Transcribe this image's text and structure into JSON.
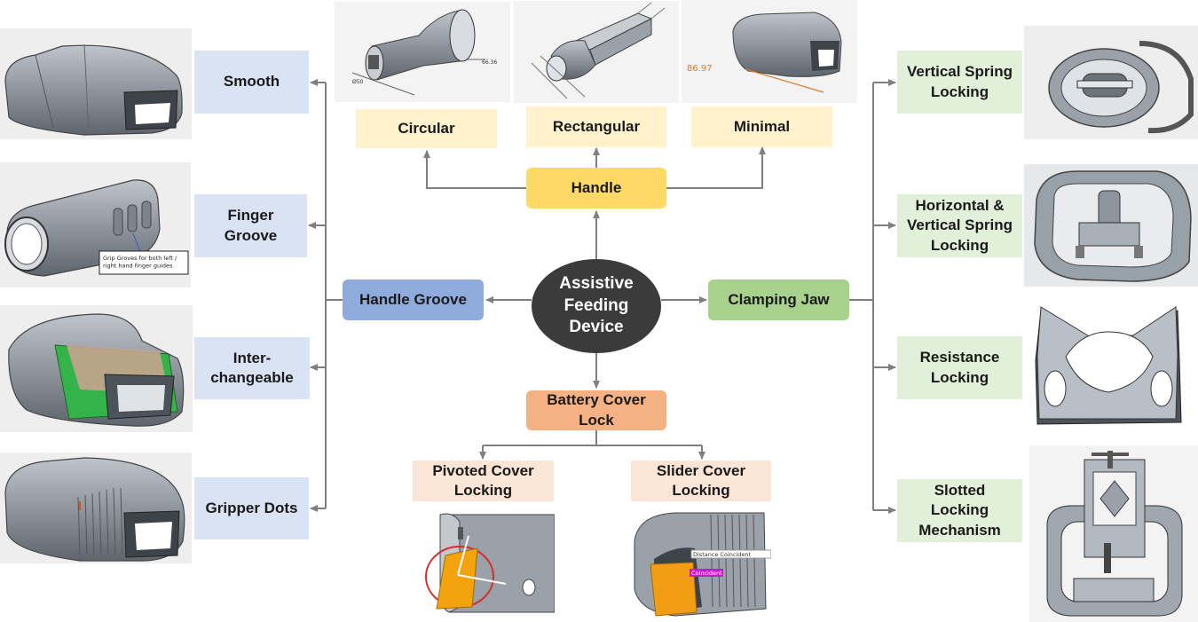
{
  "center": {
    "label": "Assistive\nFeeding\nDevice"
  },
  "categories": {
    "handle": "Handle",
    "handle_groove": "Handle Groove",
    "clamping_jaw": "Clamping Jaw",
    "battery_cover_lock": "Battery Cover\nLock"
  },
  "handle_options": [
    "Circular",
    "Rectangular",
    "Minimal"
  ],
  "groove_options": [
    "Smooth",
    "Finger\nGroove",
    "Inter-\nchangeable",
    "Gripper Dots"
  ],
  "jaw_options": [
    "Vertical Spring\nLocking",
    "Horizontal &\nVertical Spring\nLocking",
    "Resistance\nLocking",
    "Slotted\nLocking\nMechanism"
  ],
  "battery_options": [
    "Pivoted Cover\nLocking",
    "Slider Cover\nLocking"
  ],
  "image_annotations": {
    "finger_groove_note": "Grip Groves for both left /\nright hand finger guides",
    "circular_dim": "66.36",
    "circular_dia": "Ø50",
    "minimal_dim": "86.97",
    "slider_tag_1": "Distance Coincident",
    "slider_tag_2": "Coincident"
  },
  "colors": {
    "handle": "#ffd966",
    "handle_groove": "#8faadc",
    "clamping_jaw": "#a9d18e",
    "battery_cover_lock": "#f4b183",
    "center": "#3b3b3b",
    "connector": "#7f7f7f"
  }
}
